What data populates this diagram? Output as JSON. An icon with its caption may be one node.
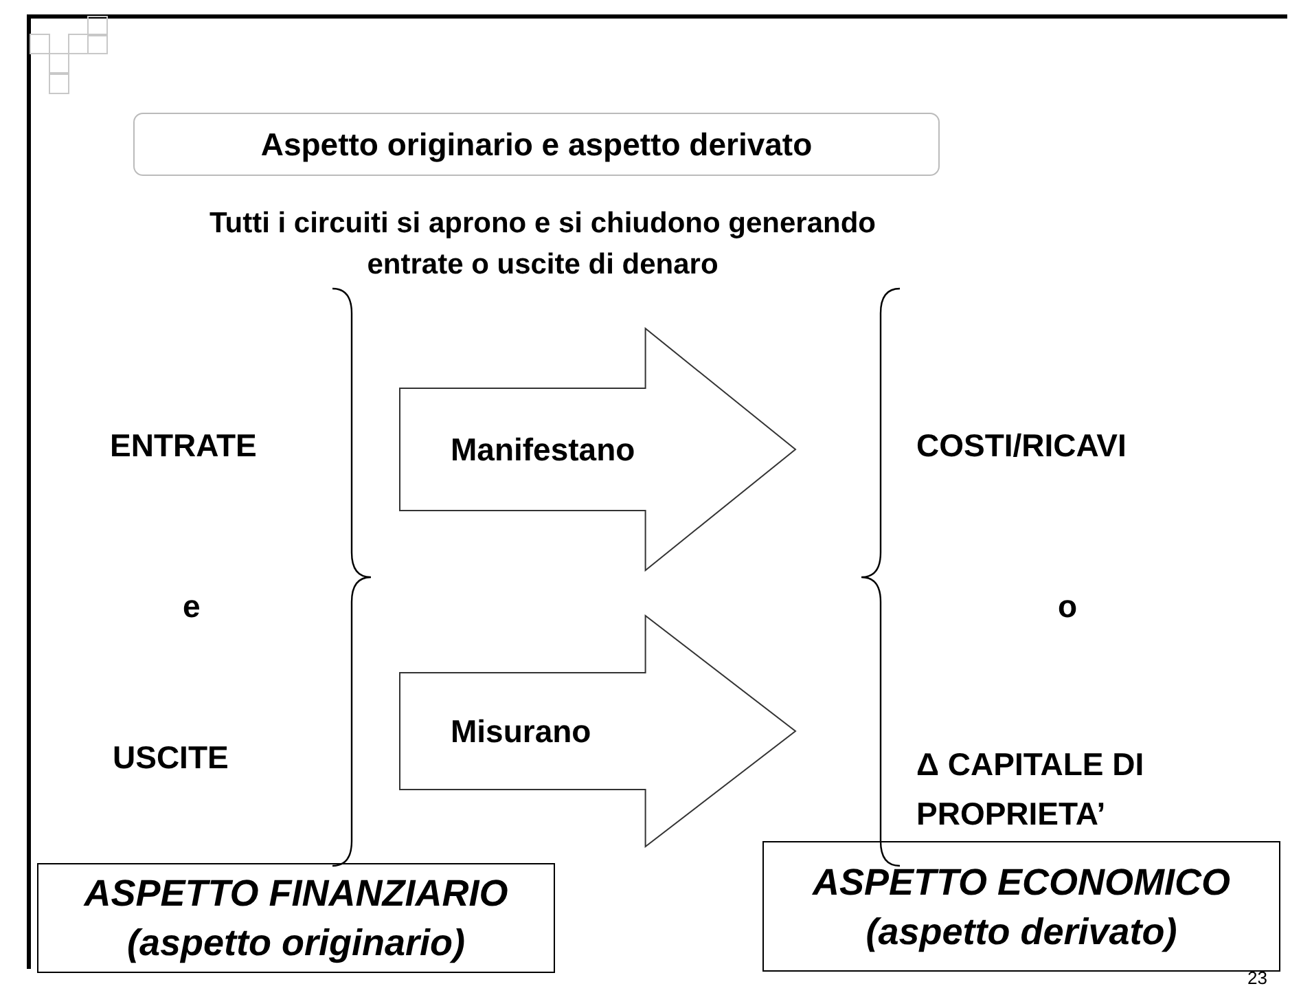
{
  "diagram": {
    "nodes": [
      {
        "text": [
          "Aspetto originario e aspetto derivato"
        ]
      },
      {
        "text": [
          "Manifestano"
        ]
      },
      {
        "text": [
          "Misurano"
        ]
      },
      {
        "text": [
          "ASPETTO FINANZIARIO",
          "(aspetto originario)"
        ]
      },
      {
        "text": [
          "ASPETTO ECONOMICO",
          "(aspetto derivato)"
        ]
      }
    ],
    "edges": [],
    "labels": [
      "Tutti i circuiti si aprono e si chiudono generando entrate o uscite di denaro",
      "ENTRATE",
      "COSTI/RICAVI",
      "e",
      "o",
      "USCITE",
      "Δ CAPITALE DI PROPRIETA’",
      "23"
    ]
  }
}
